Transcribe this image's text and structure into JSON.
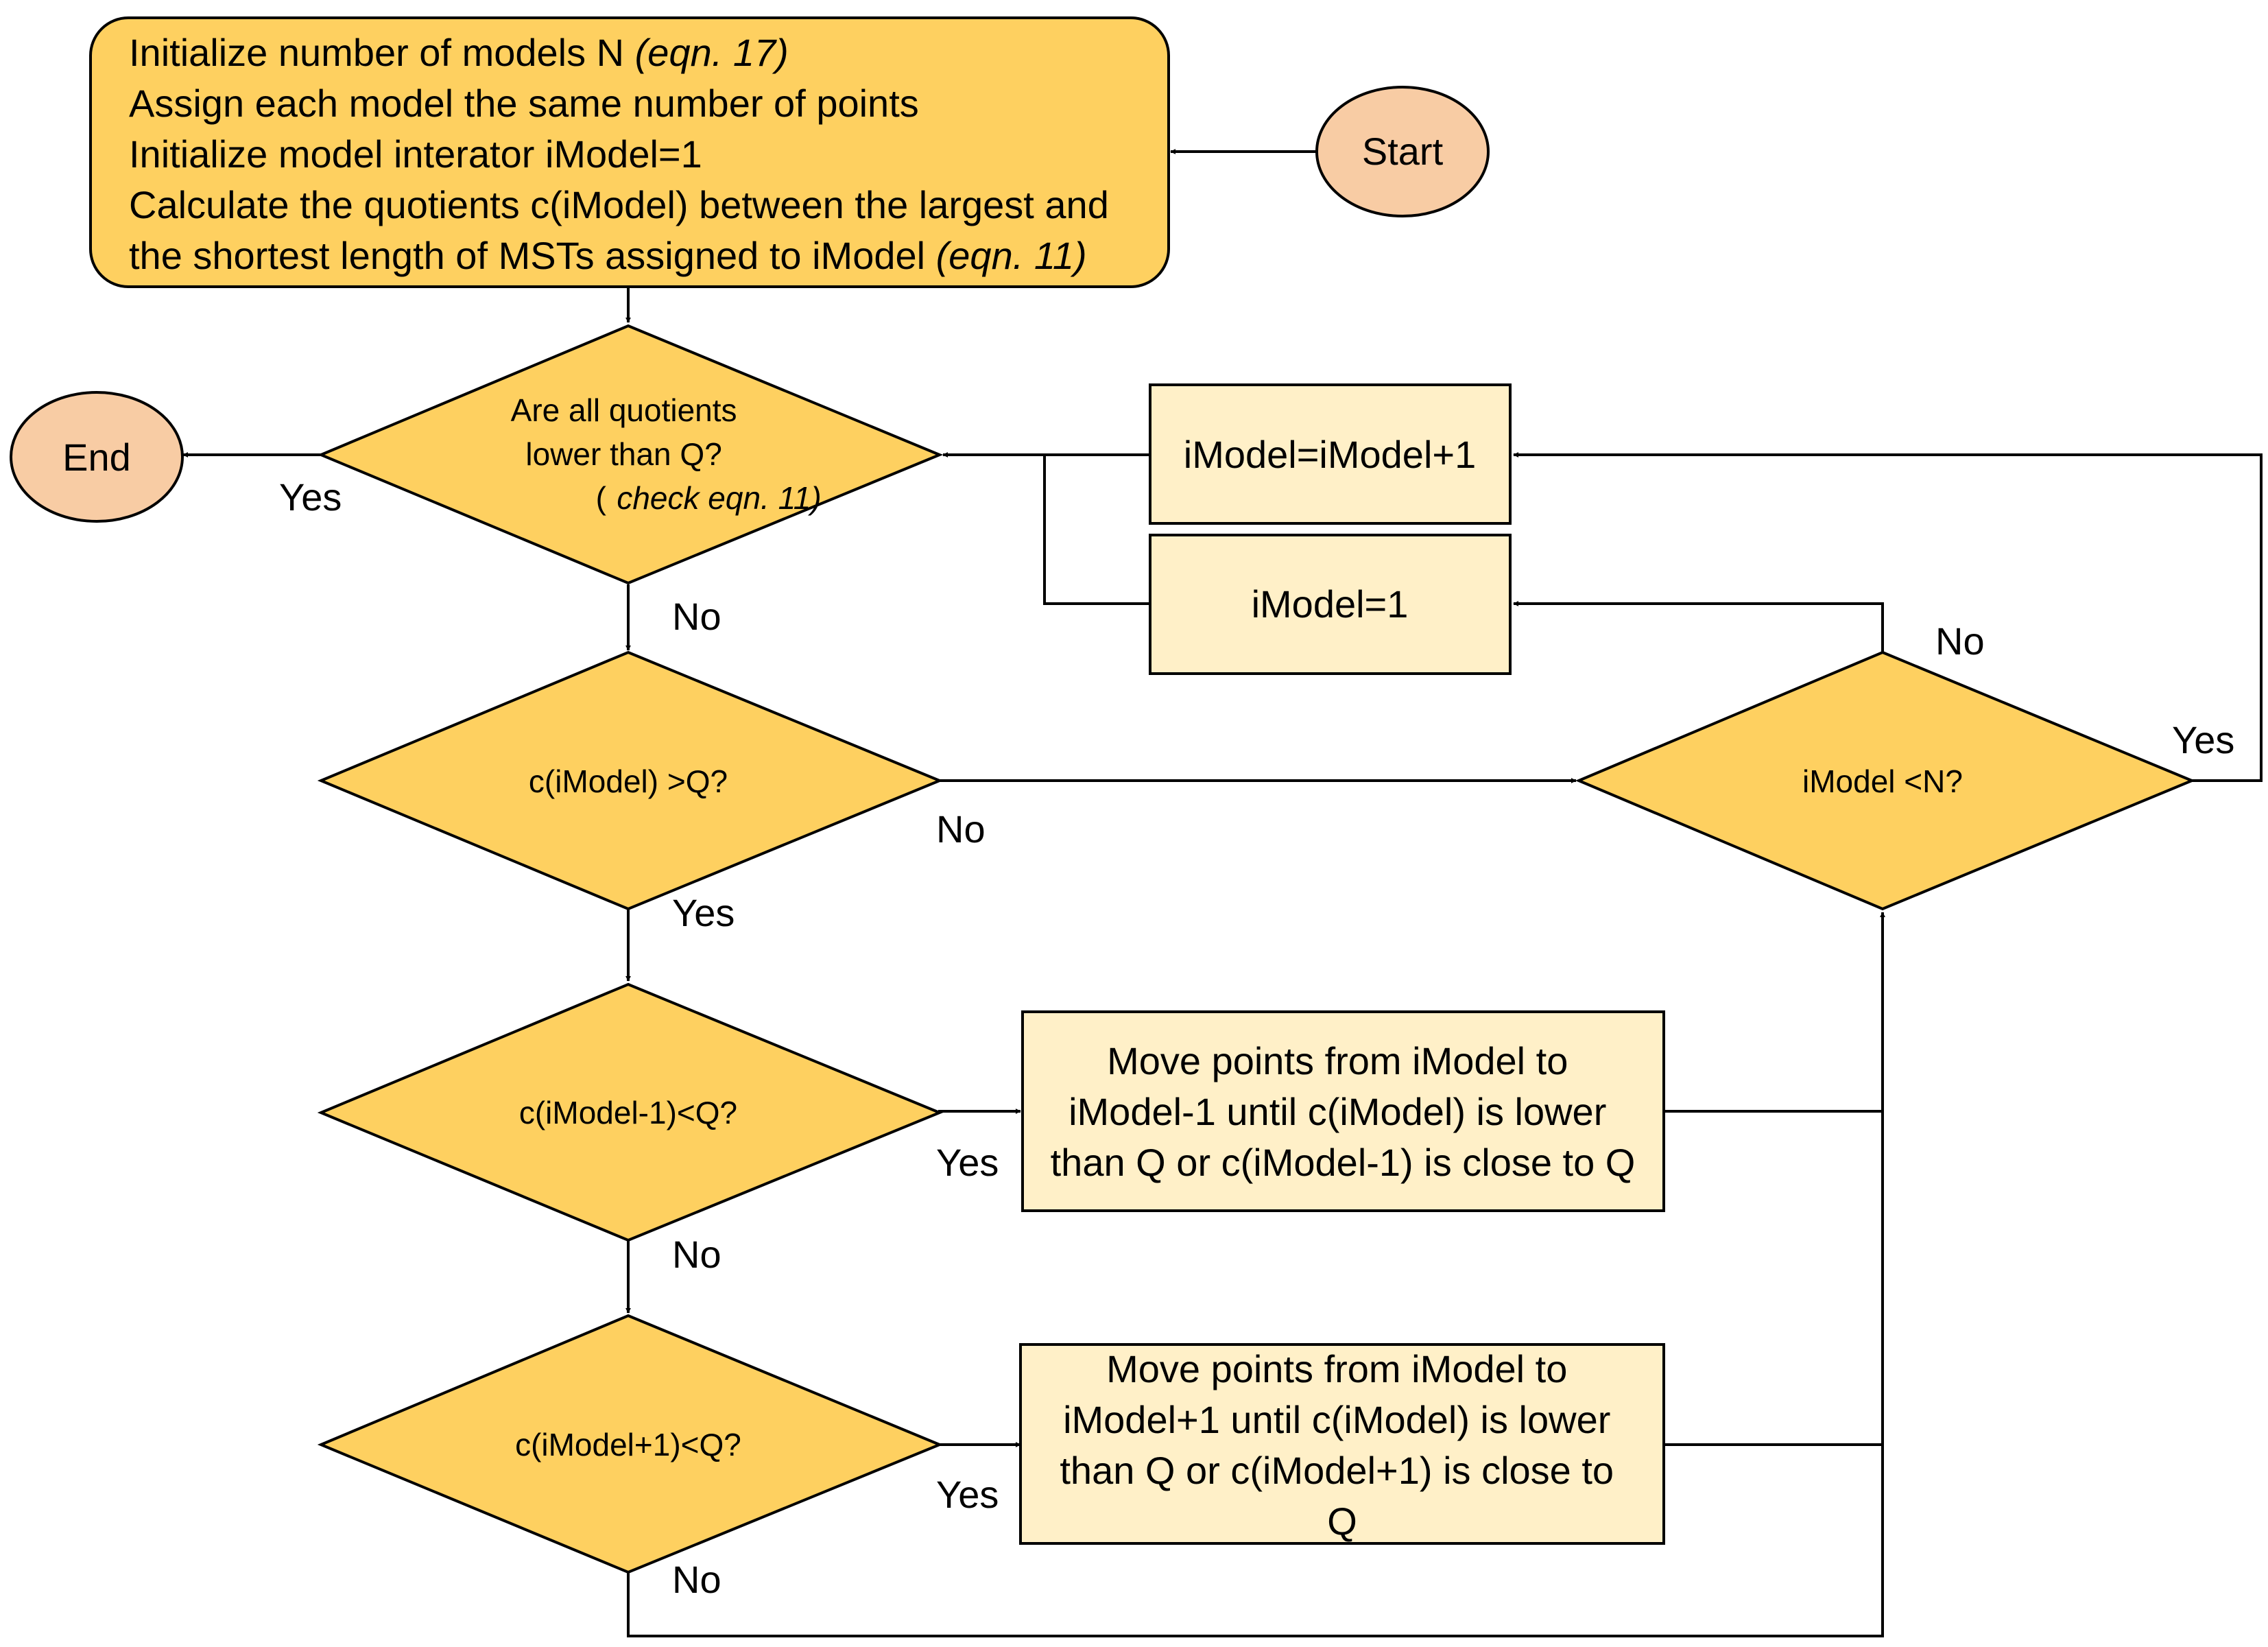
{
  "colors": {
    "process_fill": "#FED060",
    "box_fill": "#FFF0C8",
    "terminal_fill": "#F8CCA4",
    "stroke": "#000000"
  },
  "nodes": {
    "start": {
      "label": "Start"
    },
    "end": {
      "label": "End"
    },
    "init": {
      "lines": [
        {
          "text": "Initialize number of models N ",
          "italic": "(eqn. 17)"
        },
        {
          "text": "Assign each model the same number of points",
          "italic": ""
        },
        {
          "text": "Initialize model interator iModel=1",
          "italic": ""
        },
        {
          "text": "Calculate the quotients c(iModel) between the largest and",
          "italic": ""
        },
        {
          "text": "the shortest length of MSTs assigned to iModel ",
          "italic": "(eqn. 11)"
        }
      ]
    },
    "check_all": {
      "line1": "Are all quotients",
      "line2": "lower than Q?",
      "line3_open": "(",
      "line3_italic": "check eqn. 11)"
    },
    "c_gt_q": {
      "label": "c(iModel) >Q?"
    },
    "c_prev_lt_q": {
      "label": "c(iModel-1)<Q?"
    },
    "c_next_lt_q": {
      "label": "c(iModel+1)<Q?"
    },
    "imodel_lt_n": {
      "label": "iModel <N?"
    },
    "increment": {
      "label": "iModel=iModel+1"
    },
    "reset": {
      "label": "iModel=1"
    },
    "move_prev": {
      "lines": [
        "Move points from iModel to",
        "iModel-1 until c(iModel) is lower",
        "than Q or c(iModel-1) is close to Q"
      ]
    },
    "move_next": {
      "lines": [
        "Move points from iModel to",
        "iModel+1 until c(iModel) is lower",
        "than Q or c(iModel+1) is close to",
        "Q"
      ]
    }
  },
  "edge_labels": {
    "check_all_yes": "Yes",
    "check_all_no": "No",
    "c_gt_q_no": "No",
    "c_gt_q_yes": "Yes",
    "c_prev_yes": "Yes",
    "c_prev_no": "No",
    "c_next_yes": "Yes",
    "c_next_no": "No",
    "imodel_lt_n_no": "No",
    "imodel_lt_n_yes": "Yes"
  }
}
